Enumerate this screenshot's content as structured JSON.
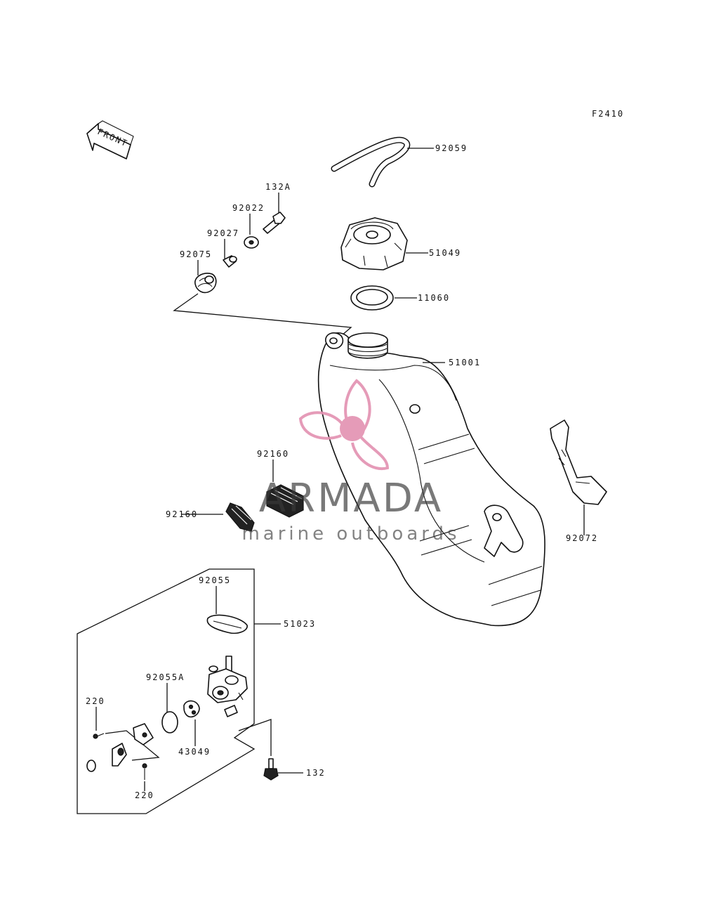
{
  "figure_code": "F2410",
  "front_label": "FRONT",
  "watermark": {
    "brand": "ARMADA",
    "tagline": "marine outboards",
    "brand_color": "#3a3a3a",
    "logo_color": "#e391b1"
  },
  "parts": {
    "p92059": "92059",
    "p132A": "132A",
    "p92022": "92022",
    "p92027": "92027",
    "p92075": "92075",
    "p51049": "51049",
    "p11060": "11060",
    "p51001": "51001",
    "p92160_top": "92160",
    "p92160_left": "92160",
    "p92072": "92072",
    "p92055": "92055",
    "p51023": "51023",
    "p92055A": "92055A",
    "p220_top": "220",
    "p220_bottom": "220",
    "p43049": "43049",
    "p132": "132"
  }
}
